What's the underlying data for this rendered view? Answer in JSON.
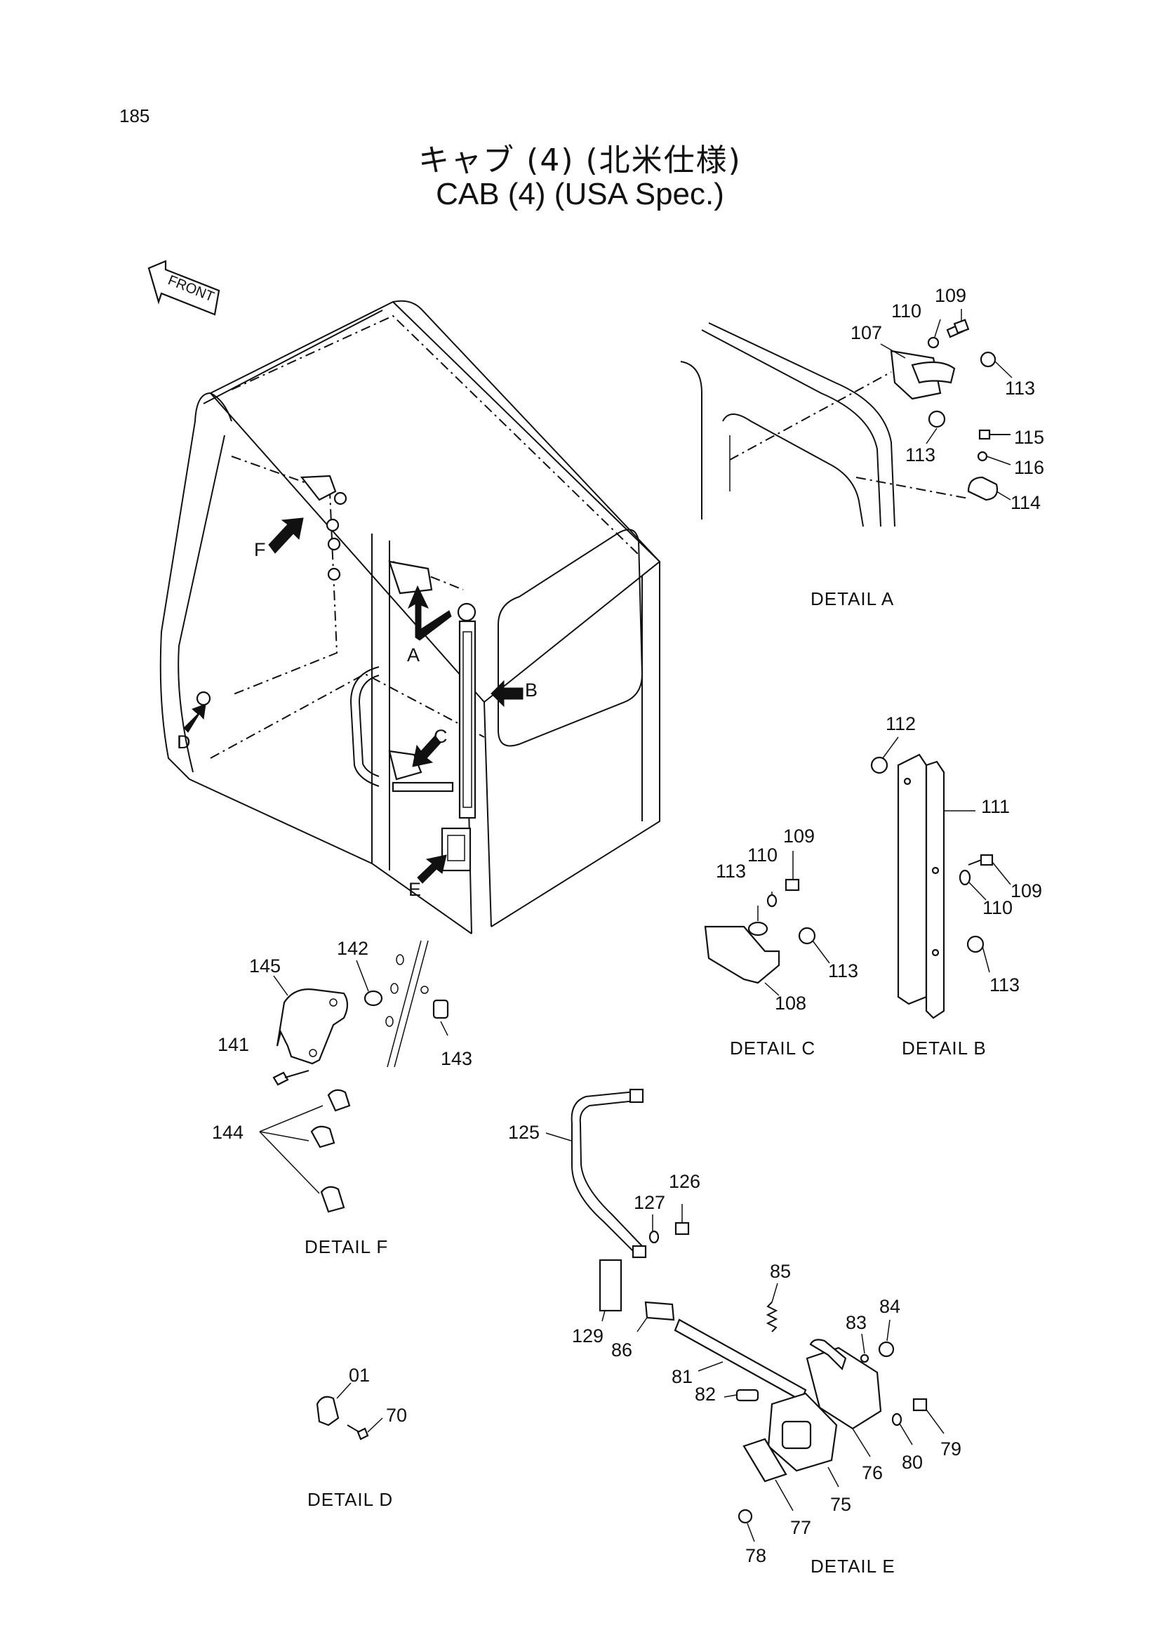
{
  "page_number": "185",
  "title_jp": "キャブ (4) (北米仕様)",
  "title_en": "CAB (4) (USA Spec.)",
  "front_arrow_label": "FRONT",
  "callouts": [
    "A",
    "B",
    "C",
    "D",
    "E",
    "F"
  ],
  "details": {
    "a": "DETAIL A",
    "b": "DETAIL B",
    "c": "DETAIL C",
    "d": "DETAIL D",
    "e": "DETAIL E",
    "f": "DETAIL F"
  },
  "part_labels": {
    "detail_a": [
      "107",
      "110",
      "109",
      "113",
      "113",
      "115",
      "116",
      "114"
    ],
    "detail_b": [
      "112",
      "111",
      "109",
      "110",
      "113"
    ],
    "detail_c": [
      "113",
      "110",
      "109",
      "113",
      "108"
    ],
    "detail_d": [
      "01",
      "70"
    ],
    "detail_e": [
      "125",
      "127",
      "126",
      "129",
      "86",
      "85",
      "83",
      "84",
      "81",
      "82",
      "79",
      "80",
      "76",
      "75",
      "77",
      "78"
    ],
    "detail_f": [
      "145",
      "142",
      "141",
      "143",
      "144"
    ]
  }
}
